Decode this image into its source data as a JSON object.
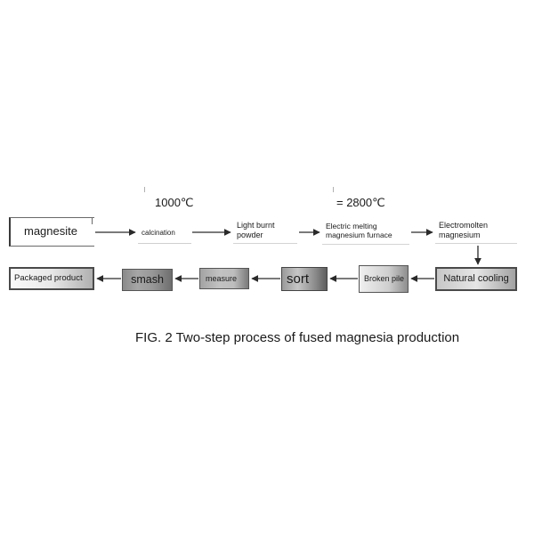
{
  "diagram": {
    "nodes": {
      "magnesite": "magnesite",
      "calcination": "calcination",
      "light_burnt_powder": "Light burnt powder",
      "electric_melting_furnace": "Electric melting magnesium furnace",
      "electromolten_magnesium": "Electromolten magnesium",
      "natural_cooling": "Natural cooling",
      "broken_pile": "Broken pile",
      "sort": "sort",
      "measure": "measure",
      "smash": "smash",
      "packaged_product": "Packaged product"
    },
    "temperatures": {
      "calcination": "1000℃",
      "melting": "= 2800℃"
    },
    "edges": [
      {
        "from": "magnesite",
        "to": "calcination"
      },
      {
        "from": "calcination",
        "to": "light_burnt_powder"
      },
      {
        "from": "light_burnt_powder",
        "to": "electric_melting_furnace"
      },
      {
        "from": "electric_melting_furnace",
        "to": "electromolten_magnesium"
      },
      {
        "from": "electromolten_magnesium",
        "to": "natural_cooling"
      },
      {
        "from": "natural_cooling",
        "to": "broken_pile"
      },
      {
        "from": "broken_pile",
        "to": "sort"
      },
      {
        "from": "sort",
        "to": "measure"
      },
      {
        "from": "measure",
        "to": "smash"
      },
      {
        "from": "smash",
        "to": "packaged_product"
      }
    ],
    "caption": "FIG. 2 Two-step process of fused magnesia production"
  }
}
